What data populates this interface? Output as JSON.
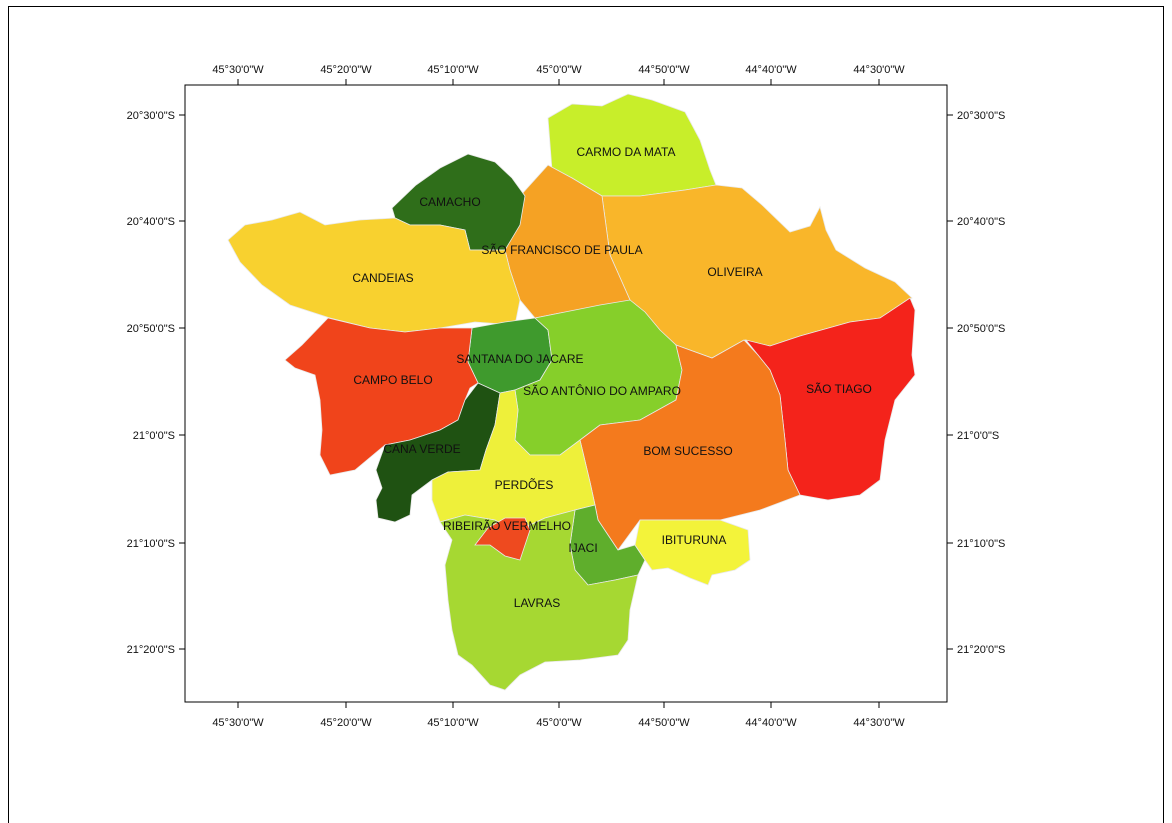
{
  "map": {
    "longitude_ticks": [
      "45°30'0\"W",
      "45°20'0\"W",
      "45°10'0\"W",
      "45°0'0\"W",
      "44°50'0\"W",
      "44°40'0\"W",
      "44°30'0\"W"
    ],
    "latitude_ticks": [
      "20°30'0\"S",
      "20°40'0\"S",
      "20°50'0\"S",
      "21°0'0\"S",
      "21°10'0\"S",
      "21°20'0\"S"
    ],
    "regions": [
      {
        "name": "CARMO DA MATA",
        "color": "#c8ee2a"
      },
      {
        "name": "CAMACHO",
        "color": "#2f6e1a"
      },
      {
        "name": "SÃO FRANCISCO DE PAULA",
        "color": "#f5a224"
      },
      {
        "name": "OLIVEIRA",
        "color": "#f9b62a"
      },
      {
        "name": "CANDEIAS",
        "color": "#f8d12f"
      },
      {
        "name": "SANTANA DO JACARE",
        "color": "#3f9a2d"
      },
      {
        "name": "SÃO ANTÔNIO DO AMPARO",
        "color": "#86cf2a"
      },
      {
        "name": "CAMPO BELO",
        "color": "#f0441b"
      },
      {
        "name": "SÃO TIAGO",
        "color": "#f4231b"
      },
      {
        "name": "CANA VERDE",
        "color": "#1f5212"
      },
      {
        "name": "BOM SUCESSO",
        "color": "#f47a1d"
      },
      {
        "name": "PERDÕES",
        "color": "#eef03a"
      },
      {
        "name": "RIBEIRÃO VERMELHO",
        "color": "#ee4a1f"
      },
      {
        "name": "IJACI",
        "color": "#5fae2c"
      },
      {
        "name": "IBITURUNA",
        "color": "#f3f33a"
      },
      {
        "name": "LAVRAS",
        "color": "#a6d832"
      }
    ]
  }
}
